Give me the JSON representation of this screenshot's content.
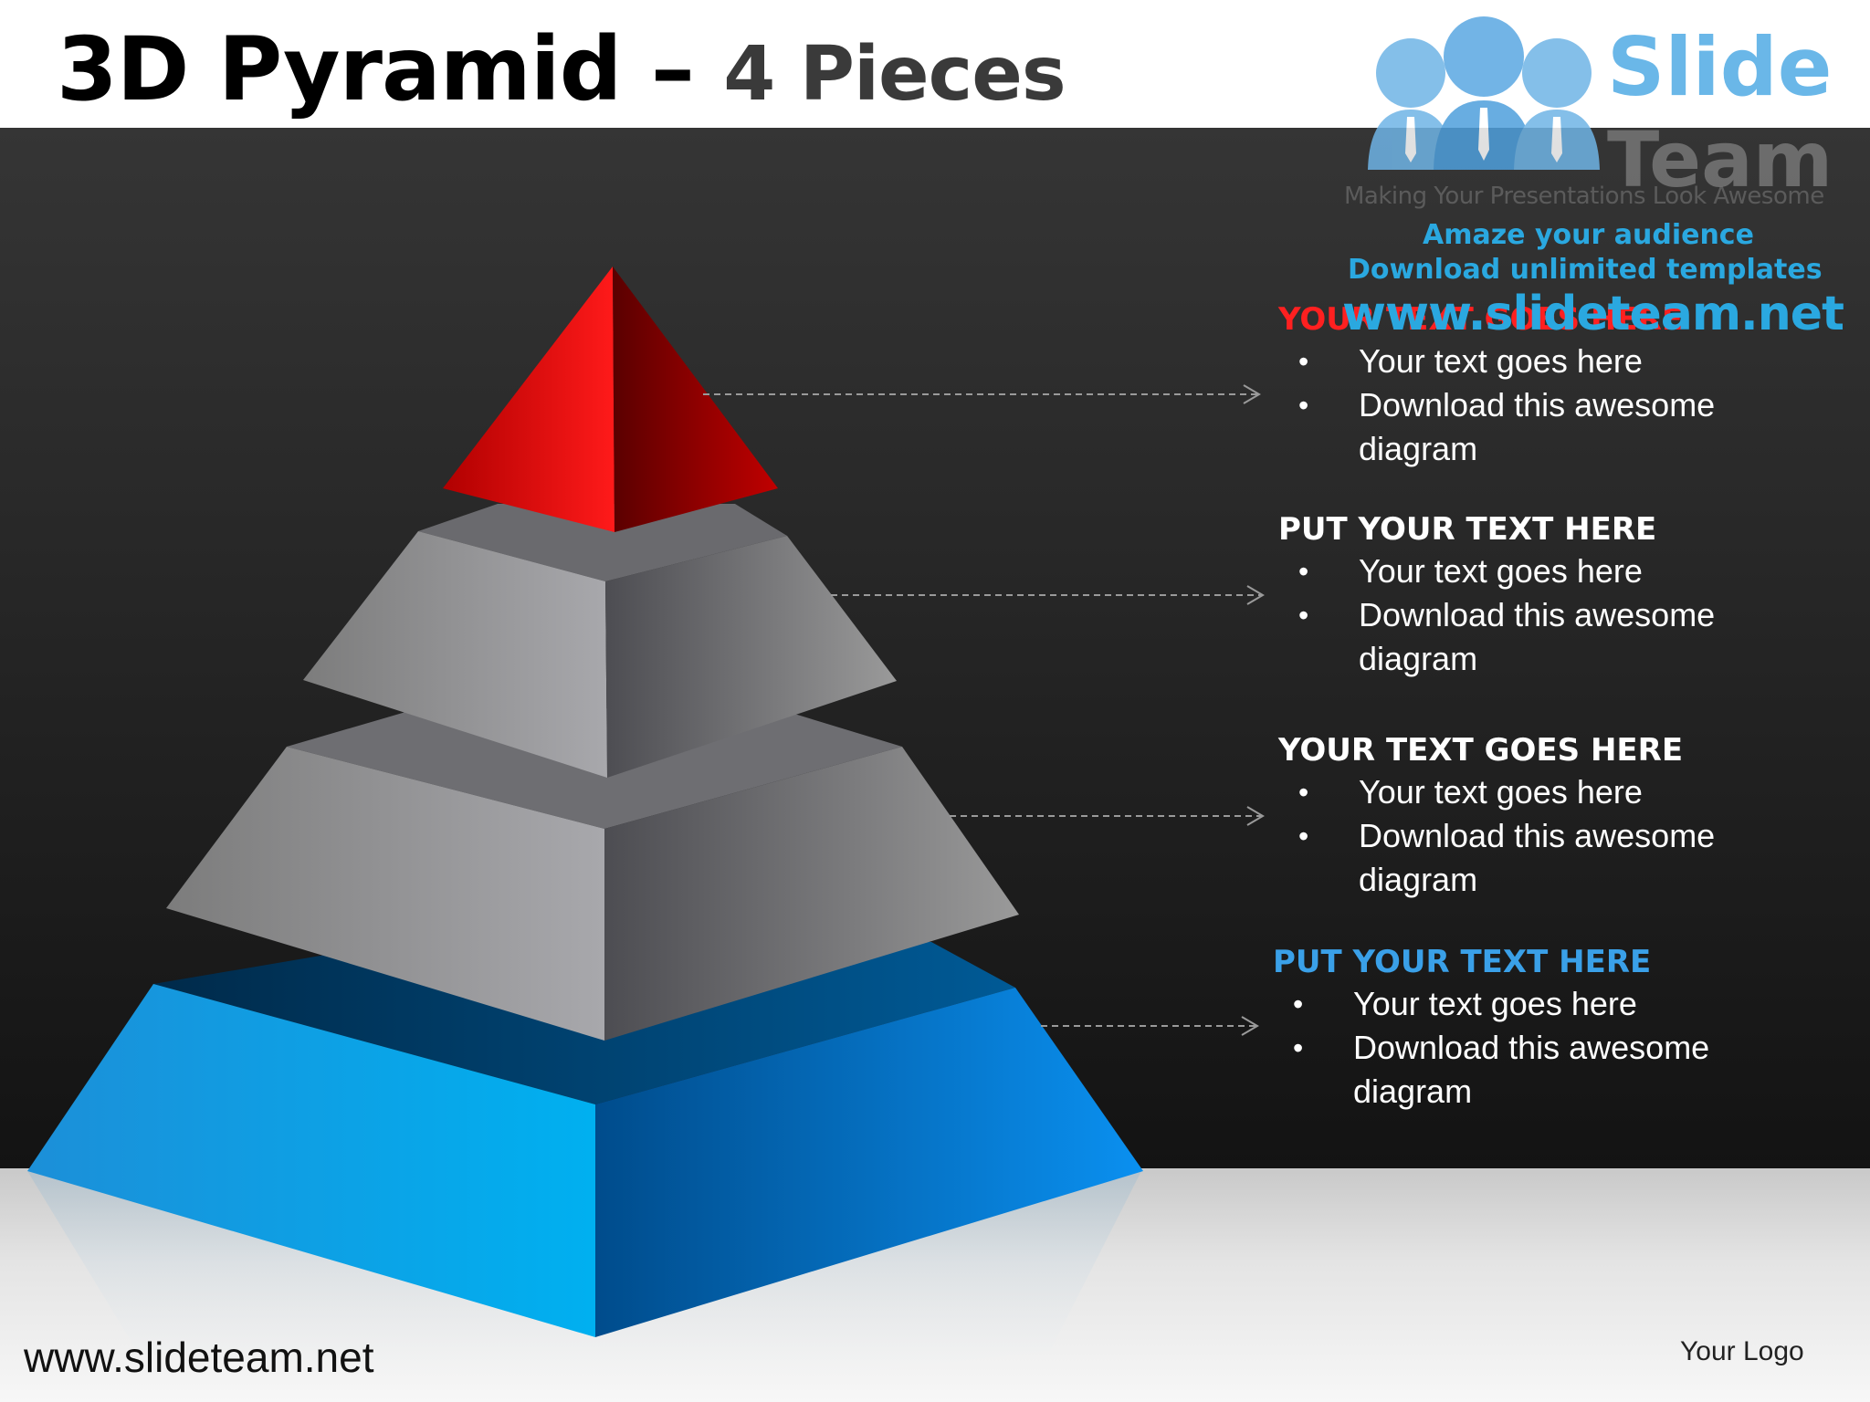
{
  "title": {
    "main": "3D Pyramid",
    "separator": " – ",
    "sub": "4 Pieces"
  },
  "brand": {
    "name_line1": "Slide",
    "name_line2": "Team",
    "tagline": "Making Your Presentations Look Awesome",
    "promo_line1": "Amaze your audience",
    "promo_line2": "Download unlimited templates",
    "url": "www.slideteam.net"
  },
  "levels": [
    {
      "id": "top",
      "heading": "YOUR TEXT GOES HERE",
      "color": "#e81010",
      "bullets": [
        "Your text goes here",
        "Download this awesome diagram"
      ]
    },
    {
      "id": "upper-middle",
      "heading": "PUT YOUR TEXT HERE",
      "color": "#8a8a8a",
      "bullets": [
        "Your text goes here",
        "Download this awesome diagram"
      ]
    },
    {
      "id": "lower-middle",
      "heading": "YOUR TEXT GOES HERE",
      "color": "#7a7a7a",
      "bullets": [
        "Your text goes here",
        "Download this awesome diagram"
      ]
    },
    {
      "id": "base",
      "heading": "PUT YOUR TEXT HERE",
      "color": "#0a8ee0",
      "bullets": [
        "Your text goes here",
        "Download this awesome diagram"
      ]
    }
  ],
  "footer": {
    "url": "www.slideteam.net",
    "logo": "Your Logo"
  },
  "icons": {
    "brand_logo": "people-group-icon",
    "bullet": "bullet-dot-icon",
    "connector": "dashed-arrow-icon"
  }
}
